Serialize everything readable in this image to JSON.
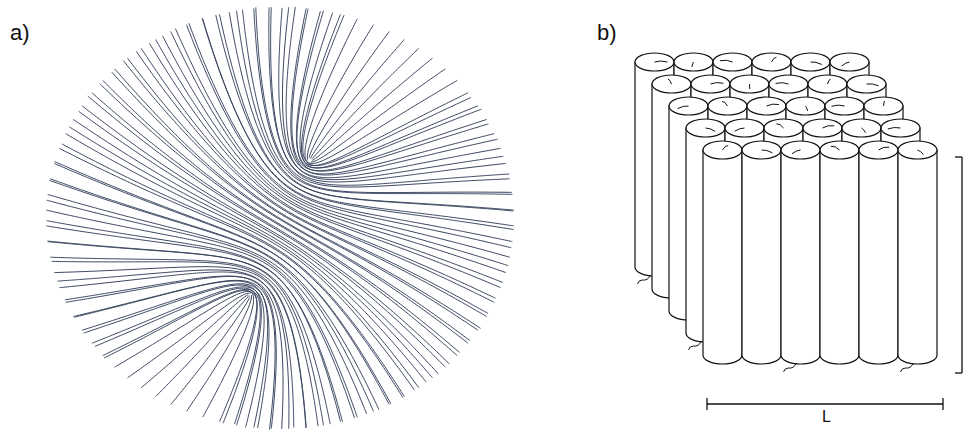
{
  "diagram": {
    "labels": [
      "a)",
      "b)",
      "L"
    ]
  }
}
